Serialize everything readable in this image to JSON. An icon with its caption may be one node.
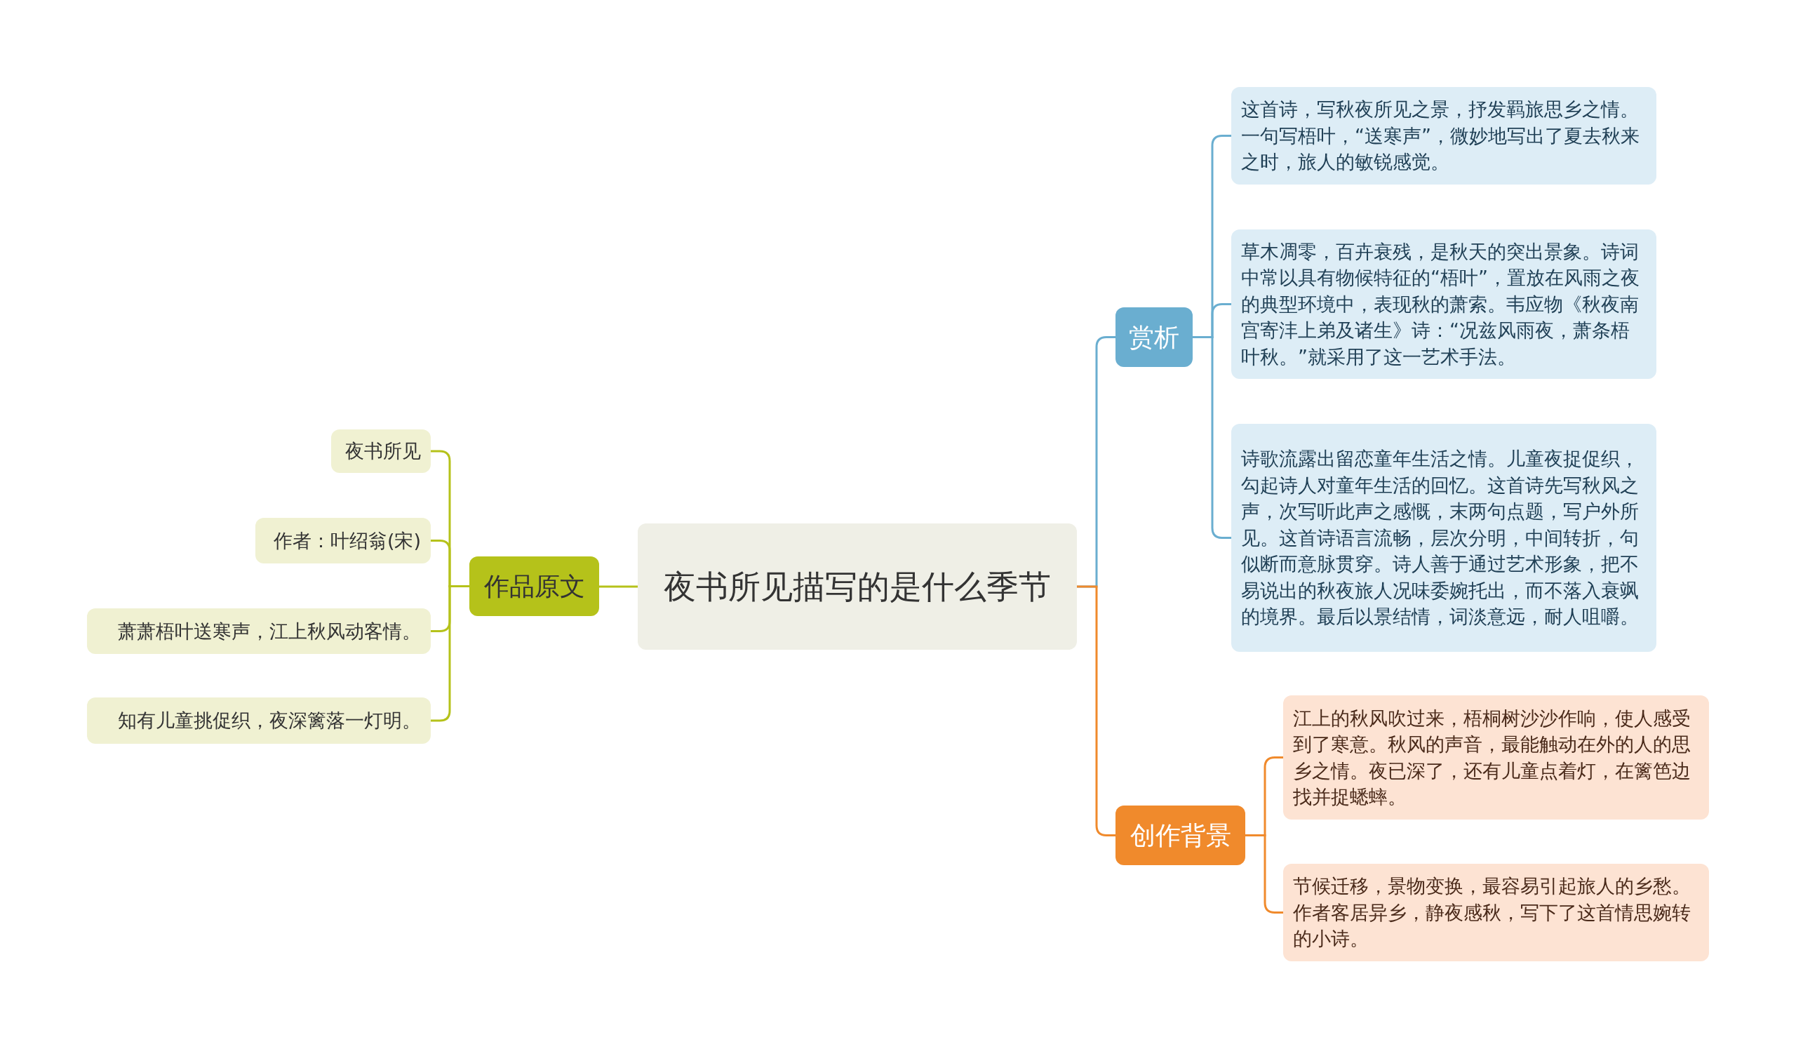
{
  "diagram": {
    "nodes": [
      {
        "text": [
          "夜书所见描写的是什么季节"
        ]
      },
      {
        "text": [
          "作品原文"
        ]
      },
      {
        "text": [
          "夜书所见"
        ]
      },
      {
        "text": [
          "作者：叶绍翁(宋)"
        ]
      },
      {
        "text": [
          "萧萧梧叶送寒声，江上秋风动客情。"
        ]
      },
      {
        "text": [
          "知有儿童挑促织，夜深篱落一灯明。"
        ]
      },
      {
        "text": [
          "赏析"
        ]
      },
      {
        "text": [
          "这首诗，写秋夜所见之景，抒发羁旅思乡之情。一句写梧叶，“送寒声”，微妙地写出了夏去秋来之时，旅人的敏锐感觉。"
        ]
      },
      {
        "text": [
          "草木凋零，百卉衰残，是秋天的突出景象。诗词中常以具有物候特征的“梧叶”，置放在风雨之夜的典型环境中，表现秋的萧索。韦应物《秋夜南宫寄沣上弟及诸生》诗：“况兹风雨夜，萧条梧叶秋。”就采用了这一艺术手法。"
        ]
      },
      {
        "text": [
          "诗歌流露出留恋童年生活之情。儿童夜捉促织，勾起诗人对童年生活的回忆。这首诗先写秋风之声，次写听此声之感慨，末两句点题，写户外所见。这首诗语言流畅，层次分明，中间转折，句似断而意脉贯穿。诗人善于通过艺术形象，把不易说出的秋夜旅人况味委婉托出，而不落入衰飒的境界。最后以景结情，词淡意远，耐人咀嚼。"
        ]
      },
      {
        "text": [
          "创作背景"
        ]
      },
      {
        "text": [
          "江上的秋风吹过来，梧桐树沙沙作响，使人感受到了寒意。秋风的声音，最能触动在外的人的思乡之情。夜已深了，还有儿童点着灯，在篱笆边找并捉蟋蟀。"
        ]
      },
      {
        "text": [
          "节候迁移，景物变换，最容易引起旅人的乡愁。作者客居异乡，静夜感秋，写下了这首情思婉转的小诗。"
        ]
      }
    ],
    "edges": [
      {
        "from": 0,
        "to": 1,
        "arrow": "none",
        "color": "#b5c21a"
      },
      {
        "from": 1,
        "to": 2,
        "arrow": "none",
        "color": "#b5c21a"
      },
      {
        "from": 1,
        "to": 3,
        "arrow": "none",
        "color": "#b5c21a"
      },
      {
        "from": 1,
        "to": 4,
        "arrow": "none",
        "color": "#b5c21a"
      },
      {
        "from": 1,
        "to": 5,
        "arrow": "none",
        "color": "#b5c21a"
      },
      {
        "from": 0,
        "to": 6,
        "arrow": "none",
        "color": "#6aaed0"
      },
      {
        "from": 6,
        "to": 7,
        "arrow": "none",
        "color": "#6aaed0"
      },
      {
        "from": 6,
        "to": 8,
        "arrow": "none",
        "color": "#6aaed0"
      },
      {
        "from": 6,
        "to": 9,
        "arrow": "none",
        "color": "#6aaed0"
      },
      {
        "from": 0,
        "to": 10,
        "arrow": "none",
        "color": "#f08a2c"
      },
      {
        "from": 10,
        "to": 11,
        "arrow": "none",
        "color": "#f08a2c"
      },
      {
        "from": 10,
        "to": 12,
        "arrow": "none",
        "color": "#f08a2c"
      }
    ]
  }
}
